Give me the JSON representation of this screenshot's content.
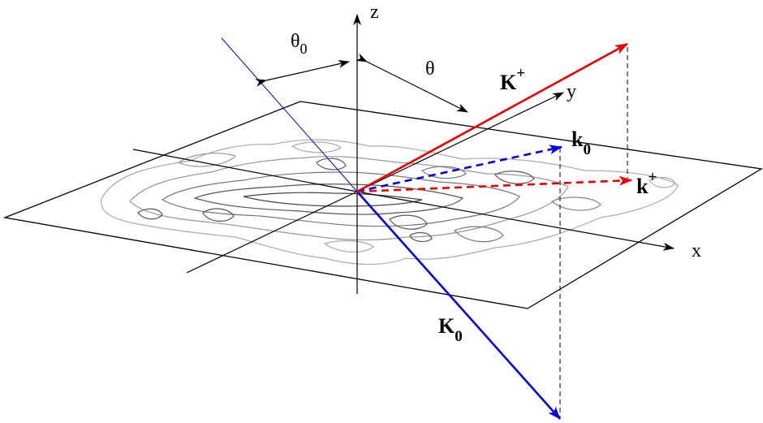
{
  "colors": {
    "red": "#ee0000",
    "blue": "#0000ee",
    "black": "#000000",
    "contour": "#555555",
    "contour_light": "#aaaaaa"
  },
  "axes": {
    "x": "x",
    "y": "y",
    "z": "z"
  },
  "angles": {
    "theta0_main": "θ",
    "theta0_sub": "0",
    "theta": "θ"
  },
  "vectors": {
    "K_plus": {
      "main": "K",
      "sup": "+"
    },
    "K_0": {
      "main": "K",
      "sub": "0"
    },
    "k_0": {
      "main": "k",
      "sub": "0"
    },
    "k_plus": {
      "main": "k",
      "sup": "+"
    }
  }
}
